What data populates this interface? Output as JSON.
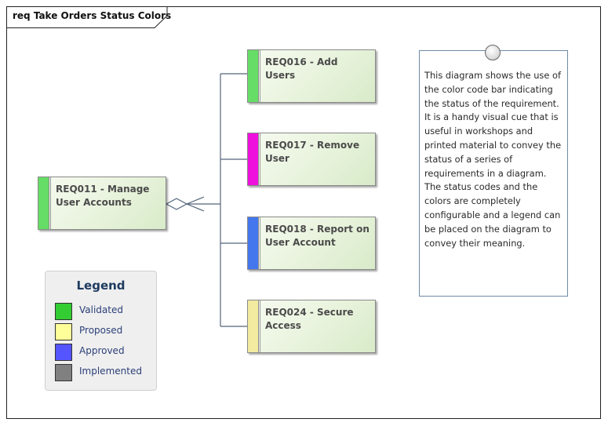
{
  "diagram": {
    "title": "req Take Orders Status Colors"
  },
  "requirements": {
    "parent": {
      "label": "REQ011 - Manage User Accounts",
      "status_color": "#66dd66"
    },
    "children": [
      {
        "label": "REQ016 - Add Users",
        "status_color": "#66dd66"
      },
      {
        "label": "REQ017 - Remove User",
        "status_color": "#ee11dd"
      },
      {
        "label": "REQ018 - Report on User Account",
        "status_color": "#4477ee"
      },
      {
        "label": "REQ024 - Secure Access",
        "status_color": "#f2eba0"
      }
    ]
  },
  "note": {
    "text": "This diagram shows the use of the color code bar indicating the status of the requirement. It is a handy visual cue that is useful in workshops and printed material to convey the status of a series of requirements in a diagram. The status codes and the colors are completely configurable and a legend can be placed on the diagram to convey their meaning."
  },
  "legend": {
    "title": "Legend",
    "items": [
      {
        "label": "Validated",
        "color": "#33cc33"
      },
      {
        "label": "Proposed",
        "color": "#ffff99"
      },
      {
        "label": "Approved",
        "color": "#5555ff"
      },
      {
        "label": "Implemented",
        "color": "#808080"
      }
    ]
  }
}
